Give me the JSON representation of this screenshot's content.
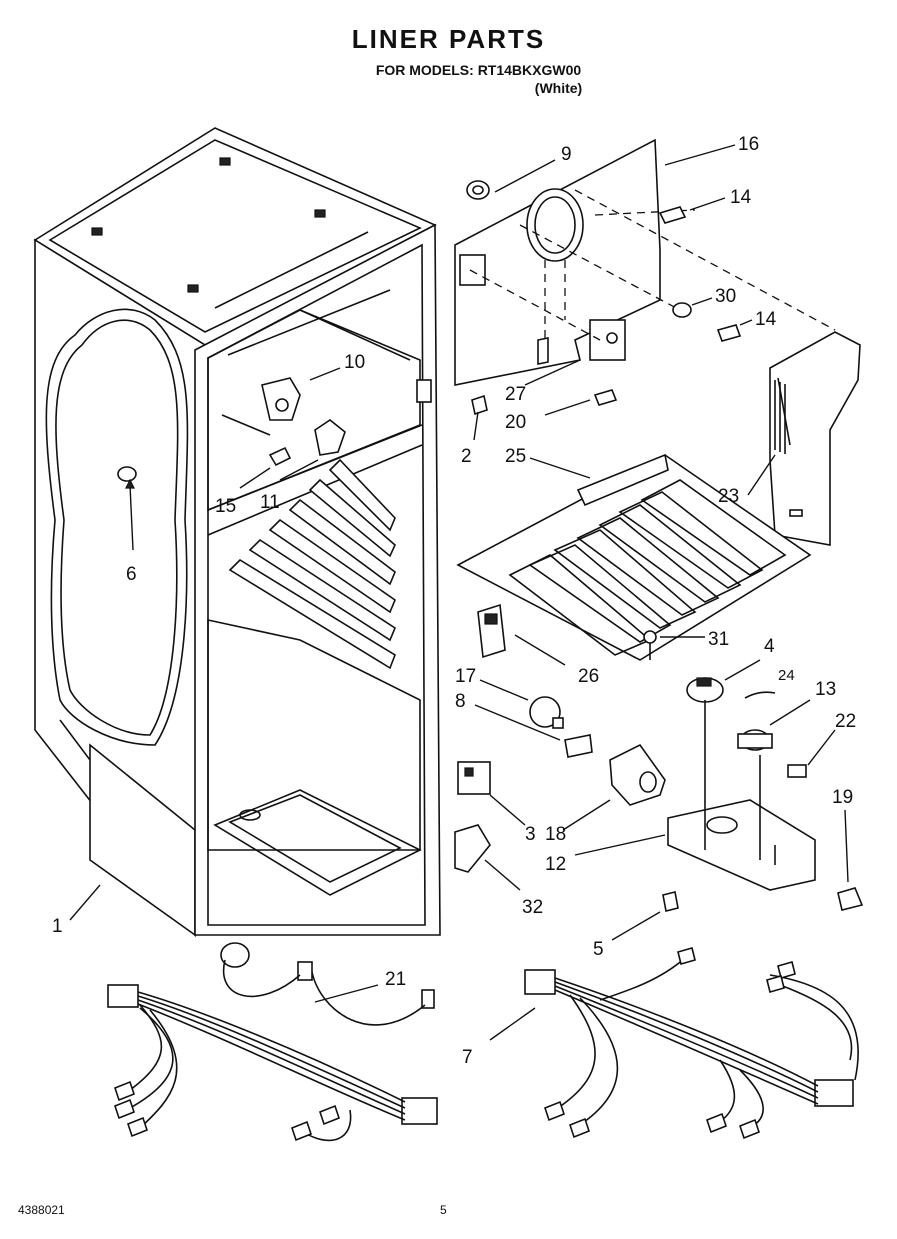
{
  "header": {
    "title": "LINER PARTS",
    "models": "FOR MODELS: RT14BKXGW00",
    "color": "(White)"
  },
  "footer": {
    "doc_number": "4388021",
    "page_number": "5"
  },
  "callouts": [
    {
      "label": "9"
    },
    {
      "label": "16"
    },
    {
      "label": "14"
    },
    {
      "label": "30"
    },
    {
      "label": "14"
    },
    {
      "label": "10"
    },
    {
      "label": "27"
    },
    {
      "label": "20"
    },
    {
      "label": "2"
    },
    {
      "label": "15"
    },
    {
      "label": "11"
    },
    {
      "label": "25"
    },
    {
      "label": "23"
    },
    {
      "label": "6"
    },
    {
      "label": "31"
    },
    {
      "label": "4"
    },
    {
      "label": "26"
    },
    {
      "label": "17"
    },
    {
      "label": "24"
    },
    {
      "label": "13"
    },
    {
      "label": "8"
    },
    {
      "label": "22"
    },
    {
      "label": "19"
    },
    {
      "label": "3"
    },
    {
      "label": "18"
    },
    {
      "label": "12"
    },
    {
      "label": "32"
    },
    {
      "label": "5"
    },
    {
      "label": "1"
    },
    {
      "label": "21"
    },
    {
      "label": "7"
    }
  ]
}
